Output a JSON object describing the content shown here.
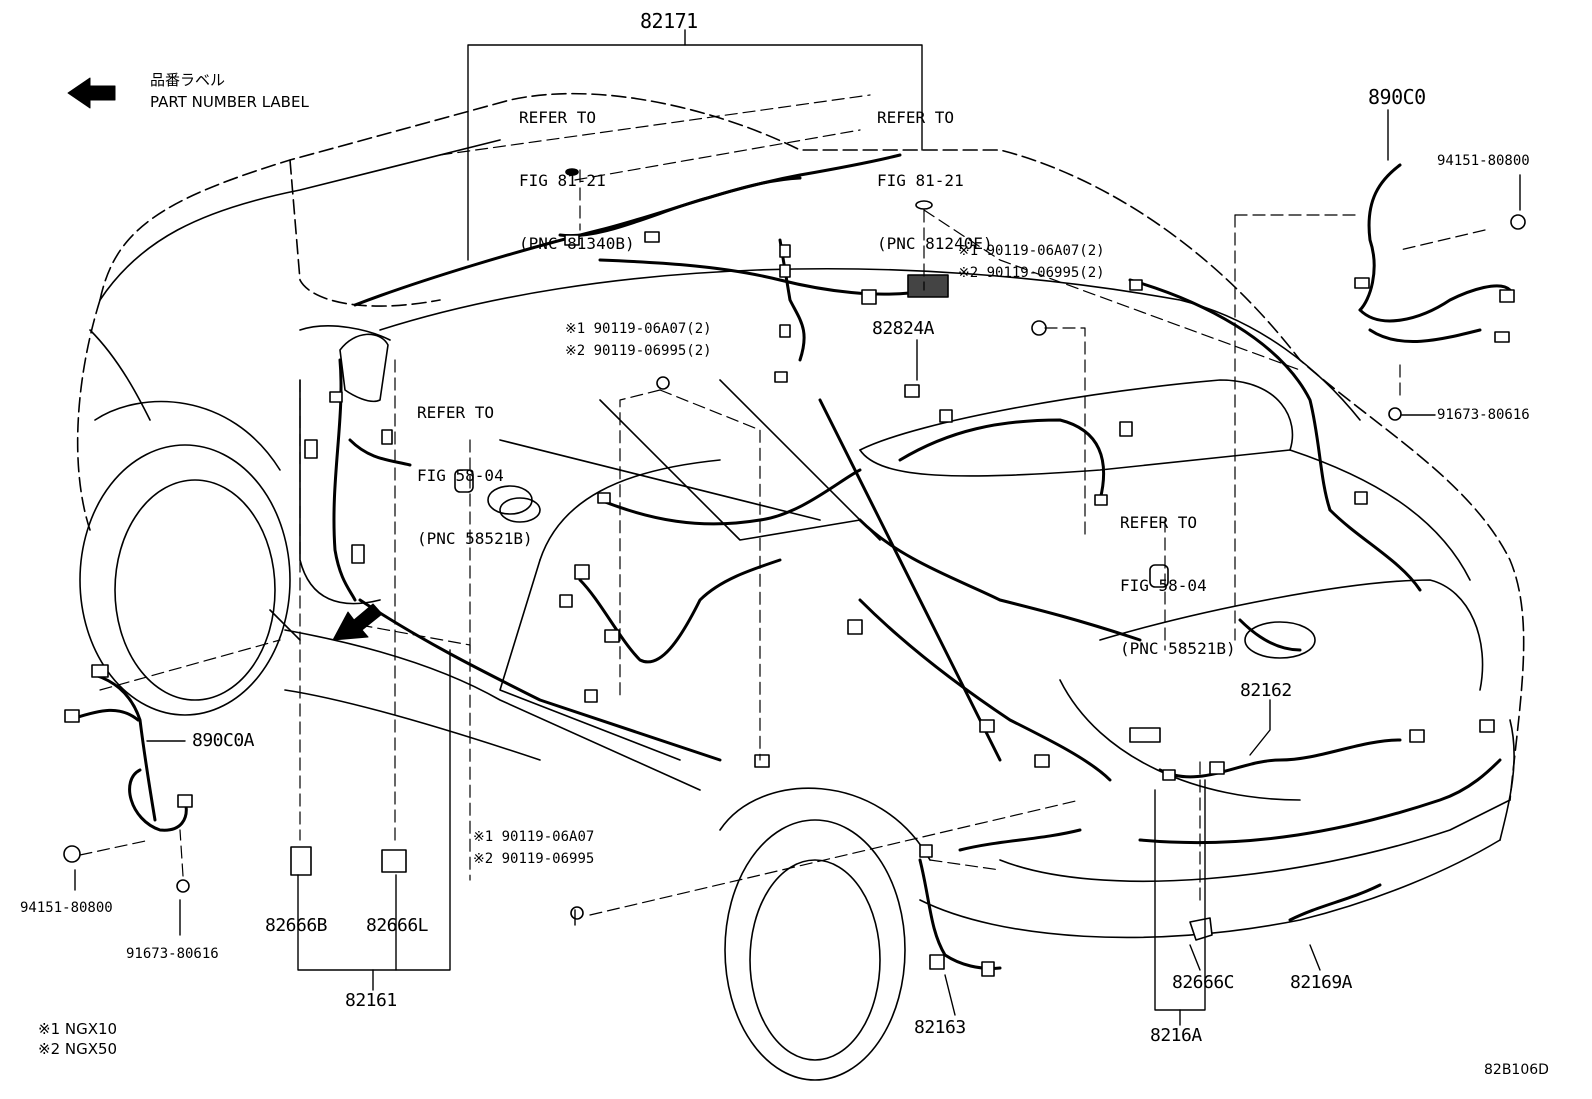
{
  "legend": {
    "label_jp": "品番ラベル",
    "label_en": "PART NUMBER LABEL"
  },
  "parts": {
    "p82171": "82171",
    "p890C0": "890C0",
    "p890C0A": "890C0A",
    "p82824A": "82824A",
    "p82162": "82162",
    "p82161": "82161",
    "p82163": "82163",
    "p8216A": "8216A",
    "p82666B": "82666B",
    "p82666L": "82666L",
    "p82666C": "82666C",
    "p82169A": "82169A",
    "p94151_r": "94151-80800",
    "p94151_l": "94151-80800",
    "p91673_r": "91673-80616",
    "p91673_l": "91673-80616"
  },
  "refs": {
    "ref_8121_b": {
      "line1": "REFER TO",
      "line2": "FIG 81-21",
      "line3": "(PNC 81340B)"
    },
    "ref_8121_e": {
      "line1": "REFER TO",
      "line2": "FIG 81-21",
      "line3": "(PNC 81240E)"
    },
    "ref_5804_l": {
      "line1": "REFER TO",
      "line2": "FIG 58-04",
      "line3": "(PNC 58521B)"
    },
    "ref_5804_r": {
      "line1": "REFER TO",
      "line2": "FIG 58-04",
      "line3": "(PNC 58521B)"
    }
  },
  "bolts": {
    "roof_1": "※1 90119-06A07(2)",
    "roof_2": "※2 90119-06995(2)",
    "mid_1": "※1 90119-06A07(2)",
    "mid_2": "※2 90119-06995(2)",
    "low_1": "※1 90119-06A07",
    "low_2": "※2 90119-06995"
  },
  "footnotes": {
    "n1": "※1 NGX10",
    "n2": "※2 NGX50"
  },
  "figure_code": "82B106D"
}
